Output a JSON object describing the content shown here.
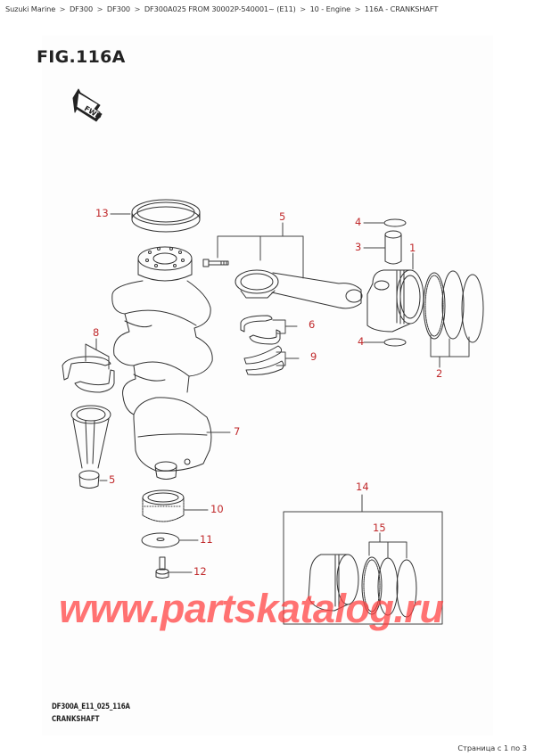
{
  "breadcrumb": [
    {
      "label": "Suzuki Marine"
    },
    {
      "label": "DF300"
    },
    {
      "label": "DF300"
    },
    {
      "label": "DF300A025 FROM 30002P-540001~ (E11)"
    },
    {
      "label": "10 - Engine"
    },
    {
      "label": "116A - CRANKSHAFT"
    }
  ],
  "breadcrumb_separator": ">",
  "figure": {
    "title": "FIG.116A",
    "fwd_label": "FWD",
    "code": "DF300A_E11_025_116A",
    "name": "CRANKSHAFT",
    "callout_color": "#c0292b"
  },
  "callouts": [
    {
      "id": "13",
      "label": "13"
    },
    {
      "id": "5a",
      "label": "5"
    },
    {
      "id": "4a",
      "label": "4"
    },
    {
      "id": "3",
      "label": "3"
    },
    {
      "id": "1",
      "label": "1"
    },
    {
      "id": "6",
      "label": "6"
    },
    {
      "id": "4b",
      "label": "4"
    },
    {
      "id": "9",
      "label": "9"
    },
    {
      "id": "2",
      "label": "2"
    },
    {
      "id": "8",
      "label": "8"
    },
    {
      "id": "7",
      "label": "7"
    },
    {
      "id": "5b",
      "label": "5"
    },
    {
      "id": "14",
      "label": "14"
    },
    {
      "id": "15",
      "label": "15"
    },
    {
      "id": "10",
      "label": "10"
    },
    {
      "id": "11",
      "label": "11"
    },
    {
      "id": "12",
      "label": "12"
    }
  ],
  "parts": [
    {
      "name": "oil-seal",
      "ref": "13"
    },
    {
      "name": "connecting-rod-set",
      "ref": "5"
    },
    {
      "name": "circlip",
      "ref": "4"
    },
    {
      "name": "piston-pin",
      "ref": "3"
    },
    {
      "name": "piston",
      "ref": "1"
    },
    {
      "name": "piston-ring-set",
      "ref": "2"
    },
    {
      "name": "conrod-bearing",
      "ref": "6"
    },
    {
      "name": "thrust-washer",
      "ref": "9"
    },
    {
      "name": "crankshaft-bearing",
      "ref": "8"
    },
    {
      "name": "crankshaft",
      "ref": "7"
    },
    {
      "name": "piston-kit-oversize",
      "ref": "14"
    },
    {
      "name": "piston-ring-set-oversize",
      "ref": "15"
    },
    {
      "name": "crank-timing-gear",
      "ref": "10"
    },
    {
      "name": "washer",
      "ref": "11"
    },
    {
      "name": "bolt",
      "ref": "12"
    }
  ],
  "watermark": "www.partskatalog.ru",
  "pager": "Страница с 1 по 3"
}
